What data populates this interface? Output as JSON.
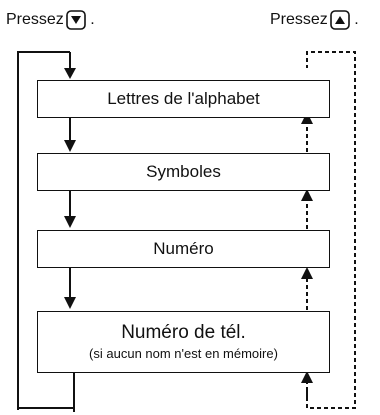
{
  "header": {
    "down_label": "Pressez",
    "down_suffix": ".",
    "up_label": "Pressez",
    "up_suffix": "."
  },
  "icons": {
    "down_key": "down-arrow-key-icon",
    "up_key": "up-arrow-key-icon"
  },
  "boxes": [
    {
      "title": "Lettres de l'alphabet",
      "subtitle": ""
    },
    {
      "title": "Symboles",
      "subtitle": ""
    },
    {
      "title": "Numéro",
      "subtitle": ""
    },
    {
      "title": "Numéro de tél.",
      "subtitle": "(si aucun nom n'est en mémoire)"
    }
  ]
}
